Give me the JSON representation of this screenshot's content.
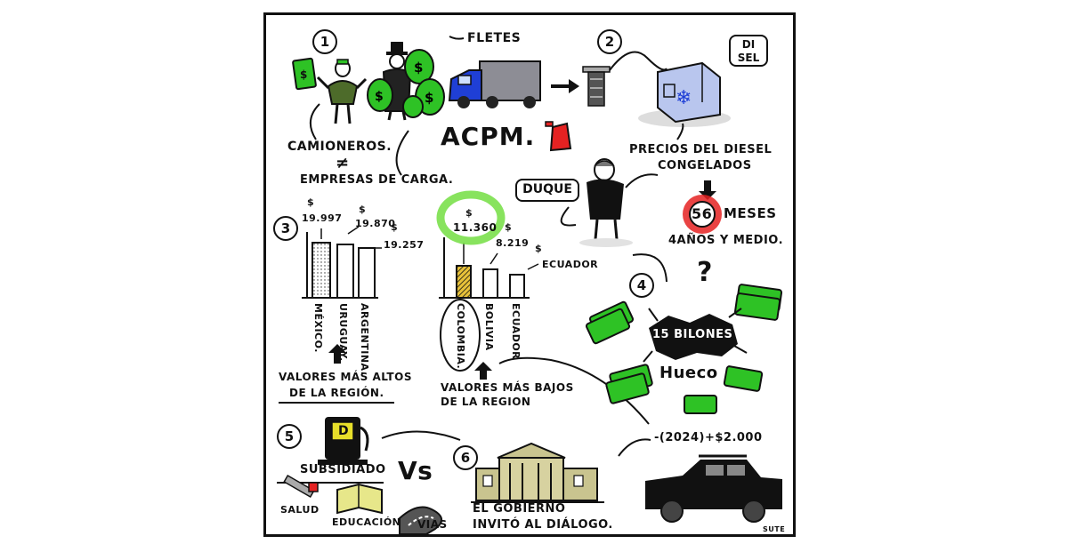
{
  "sections": {
    "s1": {
      "number": "1",
      "fletes": "FLETES",
      "camioneros": "CAMIONEROS.",
      "not_equal": "≠",
      "empresas": "EMPRESAS DE CARGA.",
      "acpm": "ACPM."
    },
    "s2": {
      "number": "2",
      "diesel_badge_line1": "DI",
      "diesel_badge_line2": "SEL",
      "precios_line1": "PRECIOS DEL DIESEL",
      "precios_line2": "CONGELADOS",
      "duque": "DUQUE",
      "meses_num": "56",
      "meses_label": "MESES",
      "anos": "4AÑOS Y MEDIO."
    },
    "s3": {
      "number": "3",
      "high_countries": [
        {
          "name": "MÉXICO.",
          "price": "19.997",
          "currency": "$"
        },
        {
          "name": "URUGUAY.",
          "price": "19.870",
          "currency": "$"
        },
        {
          "name": "ARGENTINA.",
          "price": "19.257",
          "currency": "$"
        }
      ],
      "high_caption_line1": "VALORES MÁS ALTOS",
      "high_caption_line2": "DE LA REGIÓN.",
      "low_countries": [
        {
          "name": "COLOMBIA.",
          "price": "11.360",
          "currency": "$"
        },
        {
          "name": "BOLIVIA",
          "price": "8.219",
          "currency": "$"
        },
        {
          "name": "ECUADOR",
          "price": "ECUADOR",
          "currency": "$"
        }
      ],
      "low_caption_line1": "VALORES MÁS BAJOS",
      "low_caption_line2": "DE LA REGION"
    },
    "s4": {
      "number": "4",
      "question": "?",
      "billones": "15 BILONES",
      "hueco": "Hueco"
    },
    "s5": {
      "number": "5",
      "pump_letter": "D",
      "subsidiado": "SUBSIDIADO",
      "vs": "Vs",
      "salud": "SALUD",
      "educacion": "EDUCACIÓN",
      "vias": "VIAS"
    },
    "s6": {
      "number": "6",
      "gobierno_line1": "EL GOBIERNO",
      "gobierno_line2": "INVITÓ AL DIÁLOGO.",
      "year_note": "-(2024)+$2.000"
    },
    "signature": "SUTE"
  },
  "colors": {
    "money_green": "#2ec225",
    "truck_blue": "#1f3fd6",
    "ice_blue": "#b9c6ee",
    "highlight_red": "#e52222",
    "highlight_green": "#7be04d",
    "pump_yellow": "#e7df2a",
    "building_khaki": "#c9c48f",
    "ink": "#111111"
  }
}
